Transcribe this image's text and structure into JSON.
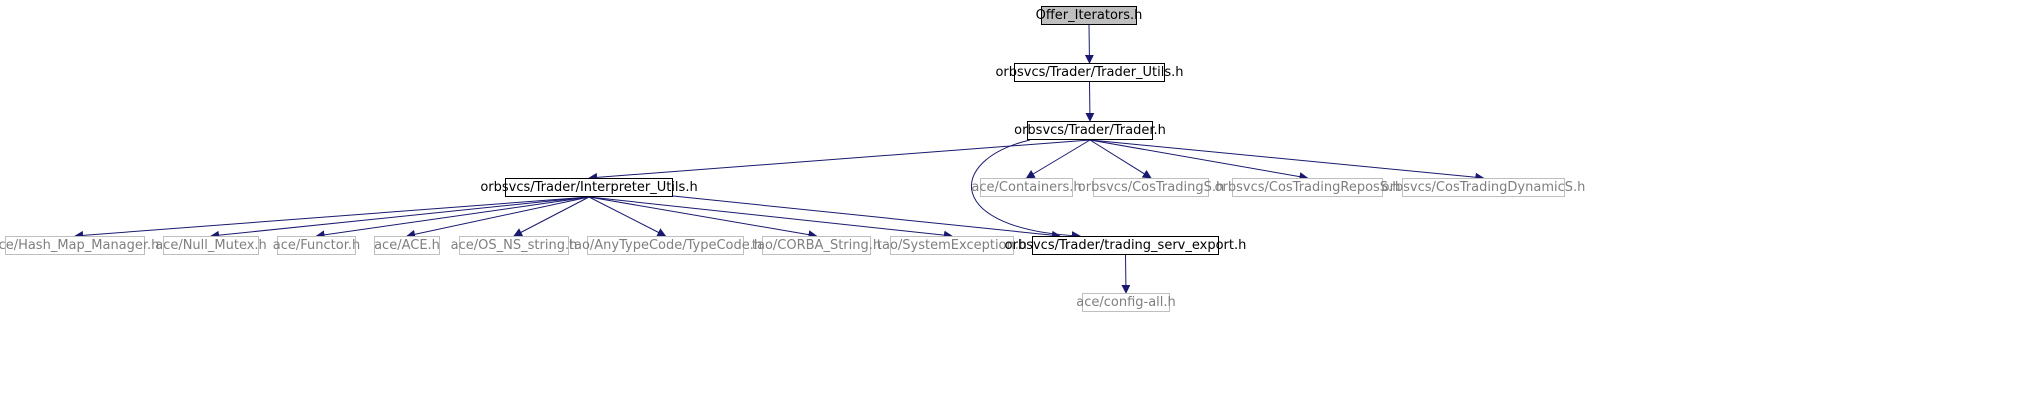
{
  "colors": {
    "edge": "#191970",
    "root_fill": "#bfbfbf",
    "linked_border": "#000000",
    "external_border": "#bfbfbf",
    "external_text": "#7f7f7f"
  },
  "nodes": {
    "offer_iterators": {
      "label": "Offer_Iterators.h",
      "kind": "root"
    },
    "trader_utils": {
      "label": "orbsvcs/Trader/Trader_Utils.h",
      "kind": "linked"
    },
    "trader": {
      "label": "orbsvcs/Trader/Trader.h",
      "kind": "linked"
    },
    "interpreter_utils": {
      "label": "orbsvcs/Trader/Interpreter_Utils.h",
      "kind": "linked"
    },
    "containers": {
      "label": "ace/Containers.h",
      "kind": "external"
    },
    "cos_trading_s": {
      "label": "orbsvcs/CosTradingS.h",
      "kind": "external"
    },
    "cos_trading_repos_s": {
      "label": "orbsvcs/CosTradingReposS.h",
      "kind": "external"
    },
    "cos_trading_dynamic_s": {
      "label": "orbsvcs/CosTradingDynamicS.h",
      "kind": "external"
    },
    "hash_map_manager": {
      "label": "ace/Hash_Map_Manager.h",
      "kind": "external"
    },
    "null_mutex": {
      "label": "ace/Null_Mutex.h",
      "kind": "external"
    },
    "functor": {
      "label": "ace/Functor.h",
      "kind": "external"
    },
    "ace": {
      "label": "ace/ACE.h",
      "kind": "external"
    },
    "os_ns_string": {
      "label": "ace/OS_NS_string.h",
      "kind": "external"
    },
    "typecode": {
      "label": "tao/AnyTypeCode/TypeCode.h",
      "kind": "external"
    },
    "corba_string": {
      "label": "tao/CORBA_String.h",
      "kind": "external"
    },
    "system_exception": {
      "label": "tao/SystemException.h",
      "kind": "external"
    },
    "trading_serv_export": {
      "label": "orbsvcs/Trader/trading_serv_export.h",
      "kind": "linked"
    },
    "config_all": {
      "label": "ace/config-all.h",
      "kind": "external"
    }
  },
  "edges": [
    [
      "offer_iterators",
      "trader_utils"
    ],
    [
      "trader_utils",
      "trader"
    ],
    [
      "trader",
      "interpreter_utils"
    ],
    [
      "trader",
      "trading_serv_export"
    ],
    [
      "trader",
      "containers"
    ],
    [
      "trader",
      "cos_trading_s"
    ],
    [
      "trader",
      "cos_trading_repos_s"
    ],
    [
      "trader",
      "cos_trading_dynamic_s"
    ],
    [
      "interpreter_utils",
      "hash_map_manager"
    ],
    [
      "interpreter_utils",
      "null_mutex"
    ],
    [
      "interpreter_utils",
      "functor"
    ],
    [
      "interpreter_utils",
      "ace"
    ],
    [
      "interpreter_utils",
      "os_ns_string"
    ],
    [
      "interpreter_utils",
      "typecode"
    ],
    [
      "interpreter_utils",
      "corba_string"
    ],
    [
      "interpreter_utils",
      "system_exception"
    ],
    [
      "interpreter_utils",
      "trading_serv_export"
    ],
    [
      "trading_serv_export",
      "config_all"
    ]
  ]
}
